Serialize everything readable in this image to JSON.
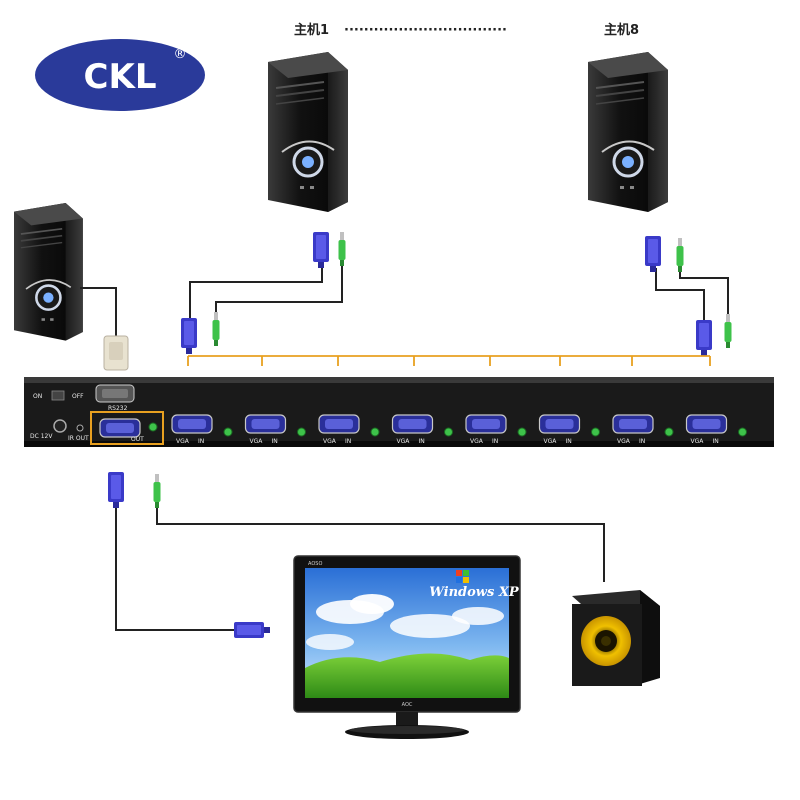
{
  "brand": {
    "logo_text": "CKL",
    "registered_mark": "®",
    "brand_color": "#2a3a9a"
  },
  "hosts": {
    "first_label": "主机1",
    "dots": "·································",
    "last_label": "主机8"
  },
  "switch": {
    "power_on": "ON",
    "power_off": "OFF",
    "dc_label": "DC 12V",
    "ir_label": "IR OUT",
    "rs232_label": "RS232",
    "out_label": "OUT",
    "port_vga_label": "VGA",
    "port_in_label": "IN",
    "port_count": 8,
    "accent_color": "#e8a020"
  },
  "monitor": {
    "screen_text": "Windows XP",
    "brand_top": "AOSO",
    "brand_bottom": "AOC"
  },
  "icons": [
    "computer-tower-icon",
    "vga-connector-icon",
    "audio-jack-icon",
    "monitor-icon",
    "speaker-icon",
    "windows-logo-icon"
  ]
}
